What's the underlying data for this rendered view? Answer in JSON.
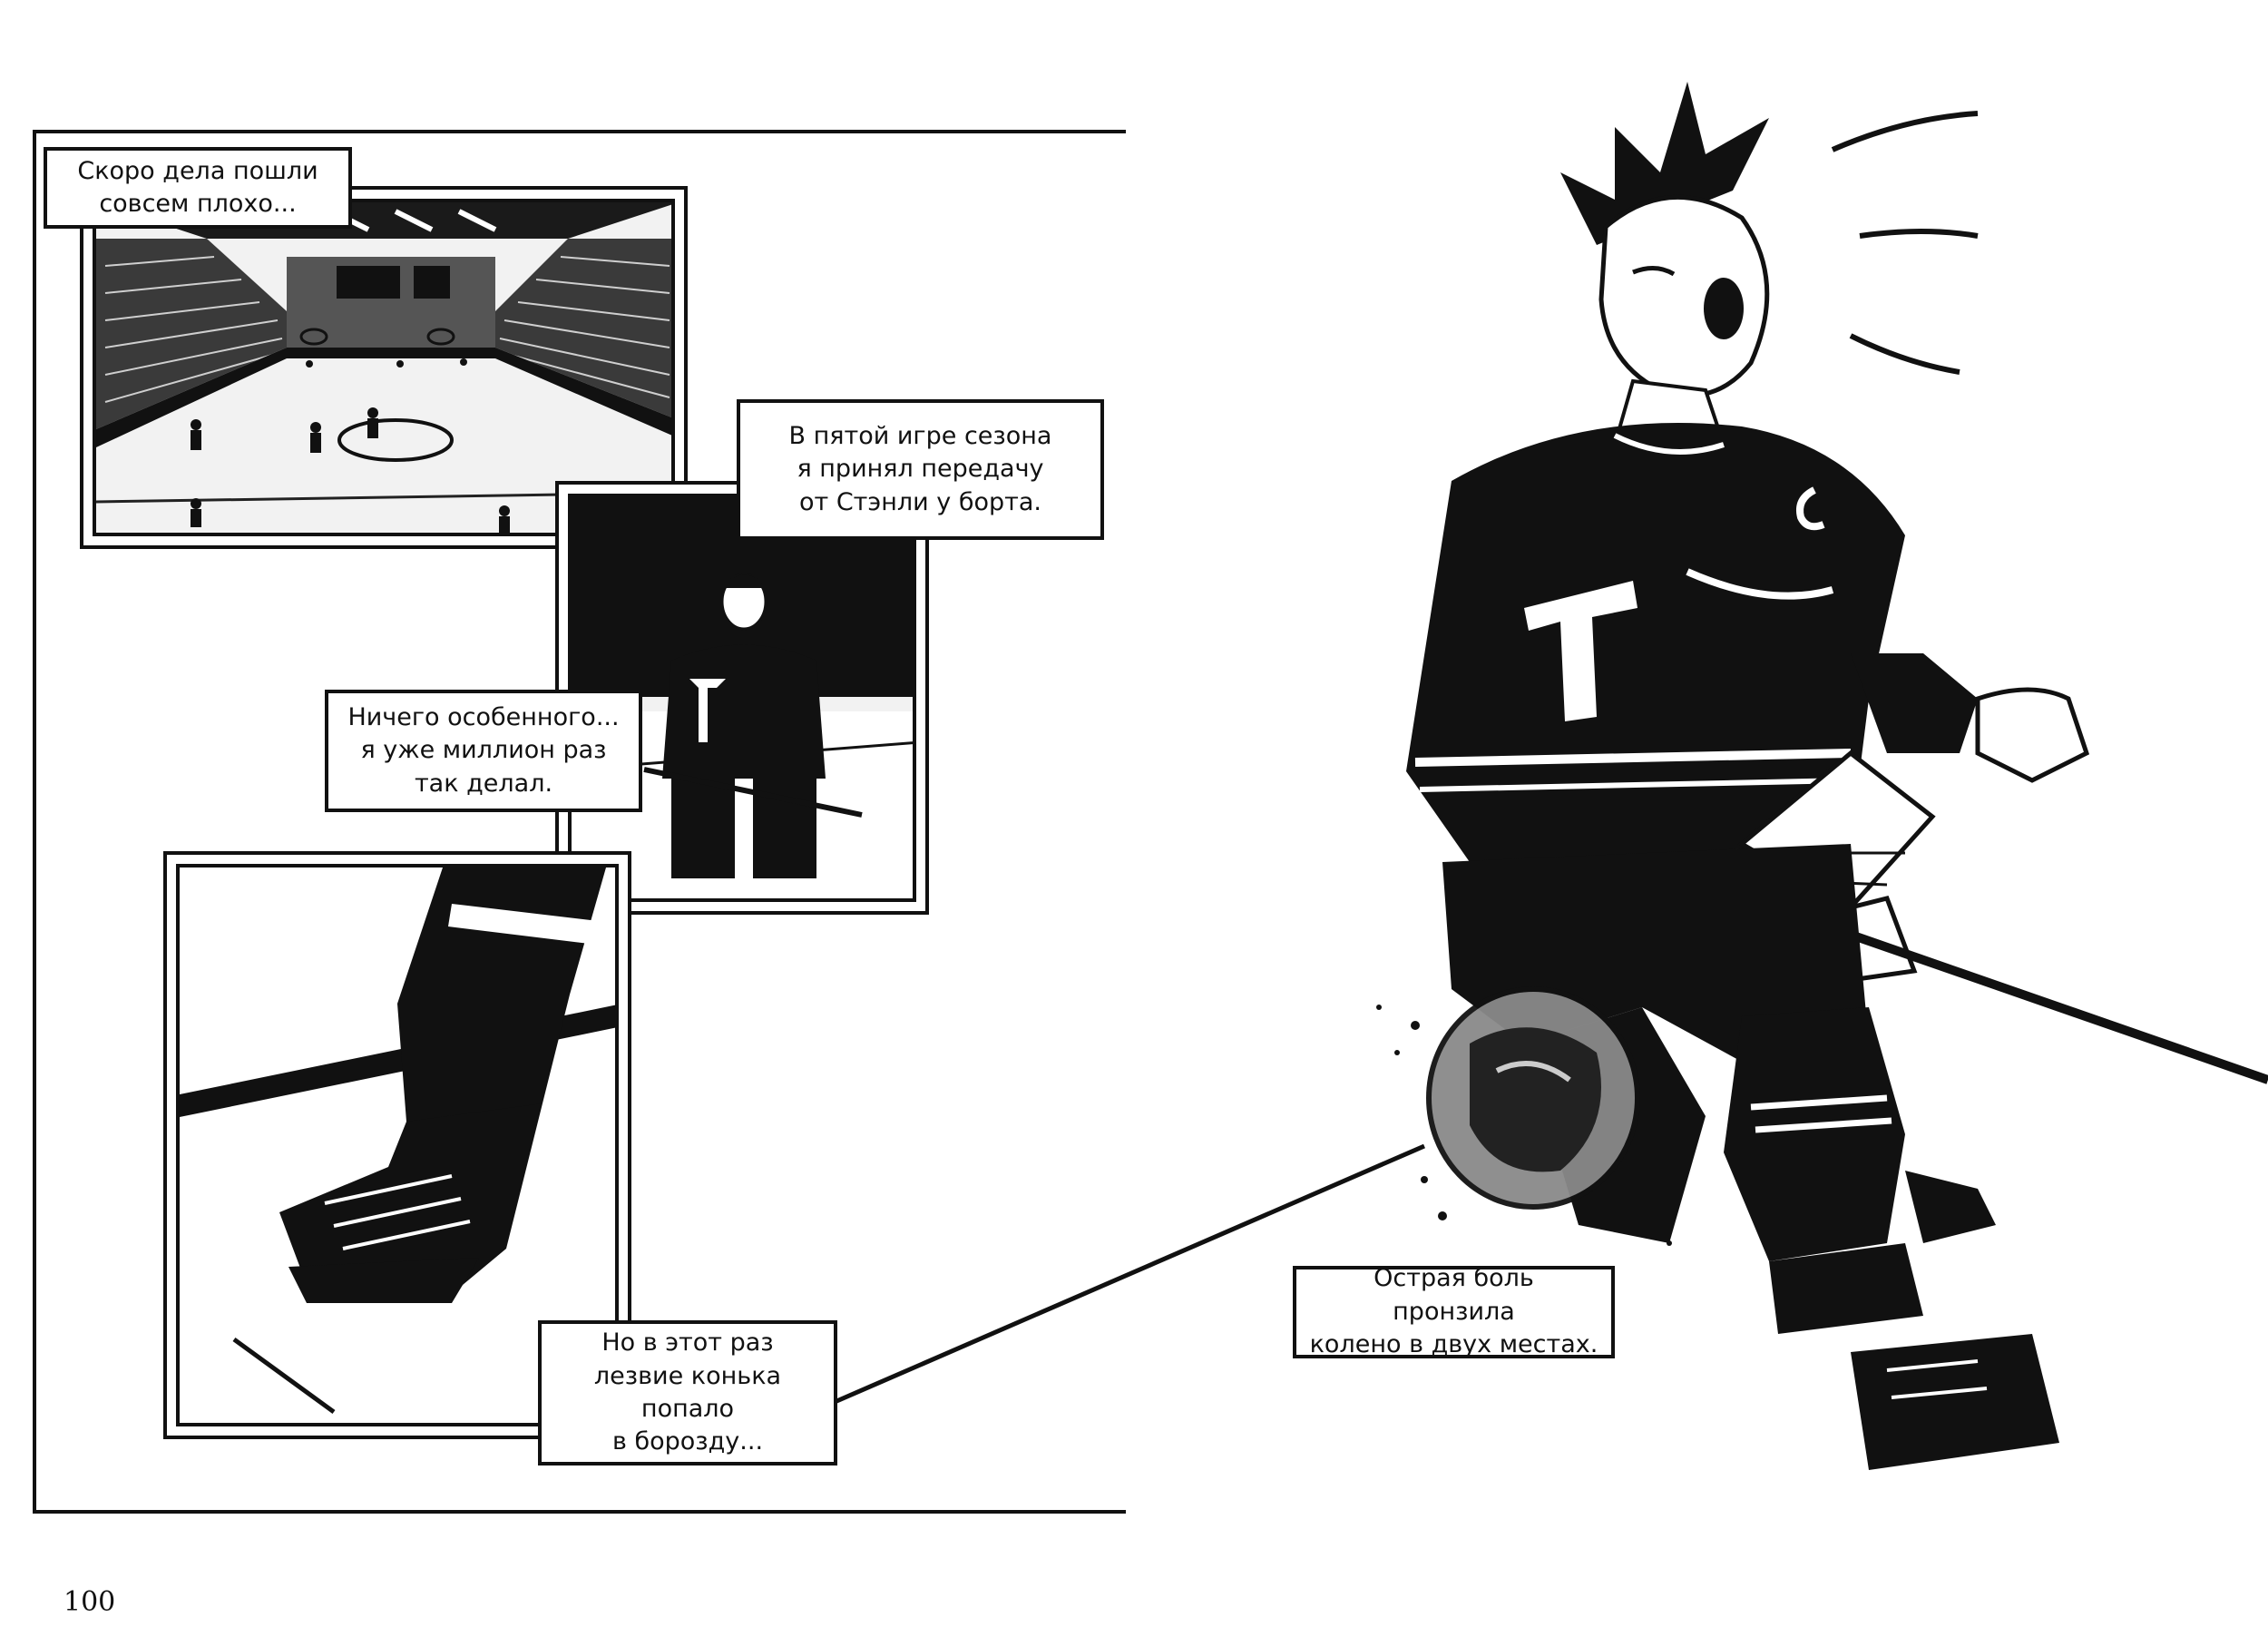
{
  "captions": {
    "c1": "Скоро дела пошли\nсовсем плохо...",
    "c2": "В пятой игре сезона\nя принял передачу\nот Стэнли у борта.",
    "c3": "Ничего особенного...\nя уже миллион раз\nтак делал.",
    "c4": "Но в этот раз\nлезвие конька попало\nв борозду...",
    "c5": "Острая боль пронзила\nколено в двух местах."
  },
  "page_number": "100",
  "colors": {
    "ink": "#111111",
    "paper": "#ffffff",
    "ice": "#f2f2f2"
  }
}
